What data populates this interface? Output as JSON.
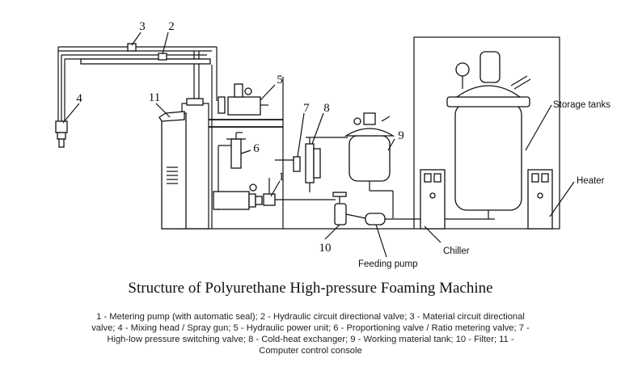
{
  "labels": {
    "n1": "1",
    "n2": "2",
    "n3": "3",
    "n4": "4",
    "n5": "5",
    "n6": "6",
    "n7": "7",
    "n8": "8",
    "n9": "9",
    "n10": "10",
    "n11": "11",
    "storage_tanks": "Storage tanks",
    "heater": "Heater",
    "chiller": "Chiller",
    "feeding_pump": "Feeding pump"
  },
  "title": "Structure of Polyurethane High-pressure Foaming Machine",
  "legend": "1 - Metering pump (with automatic seal);  2 - Hydraulic circuit directional valve;  3 - Material circuit directional valve;  4 - Mixing head / Spray gun;  5 - Hydraulic power unit;  6 - Proportioning valve / Ratio metering valve;  7 - High-low pressure switching valve;  8 - Cold-heat exchanger;  9 - Working material tank;  10 - Filter;  11 - Computer control console"
}
